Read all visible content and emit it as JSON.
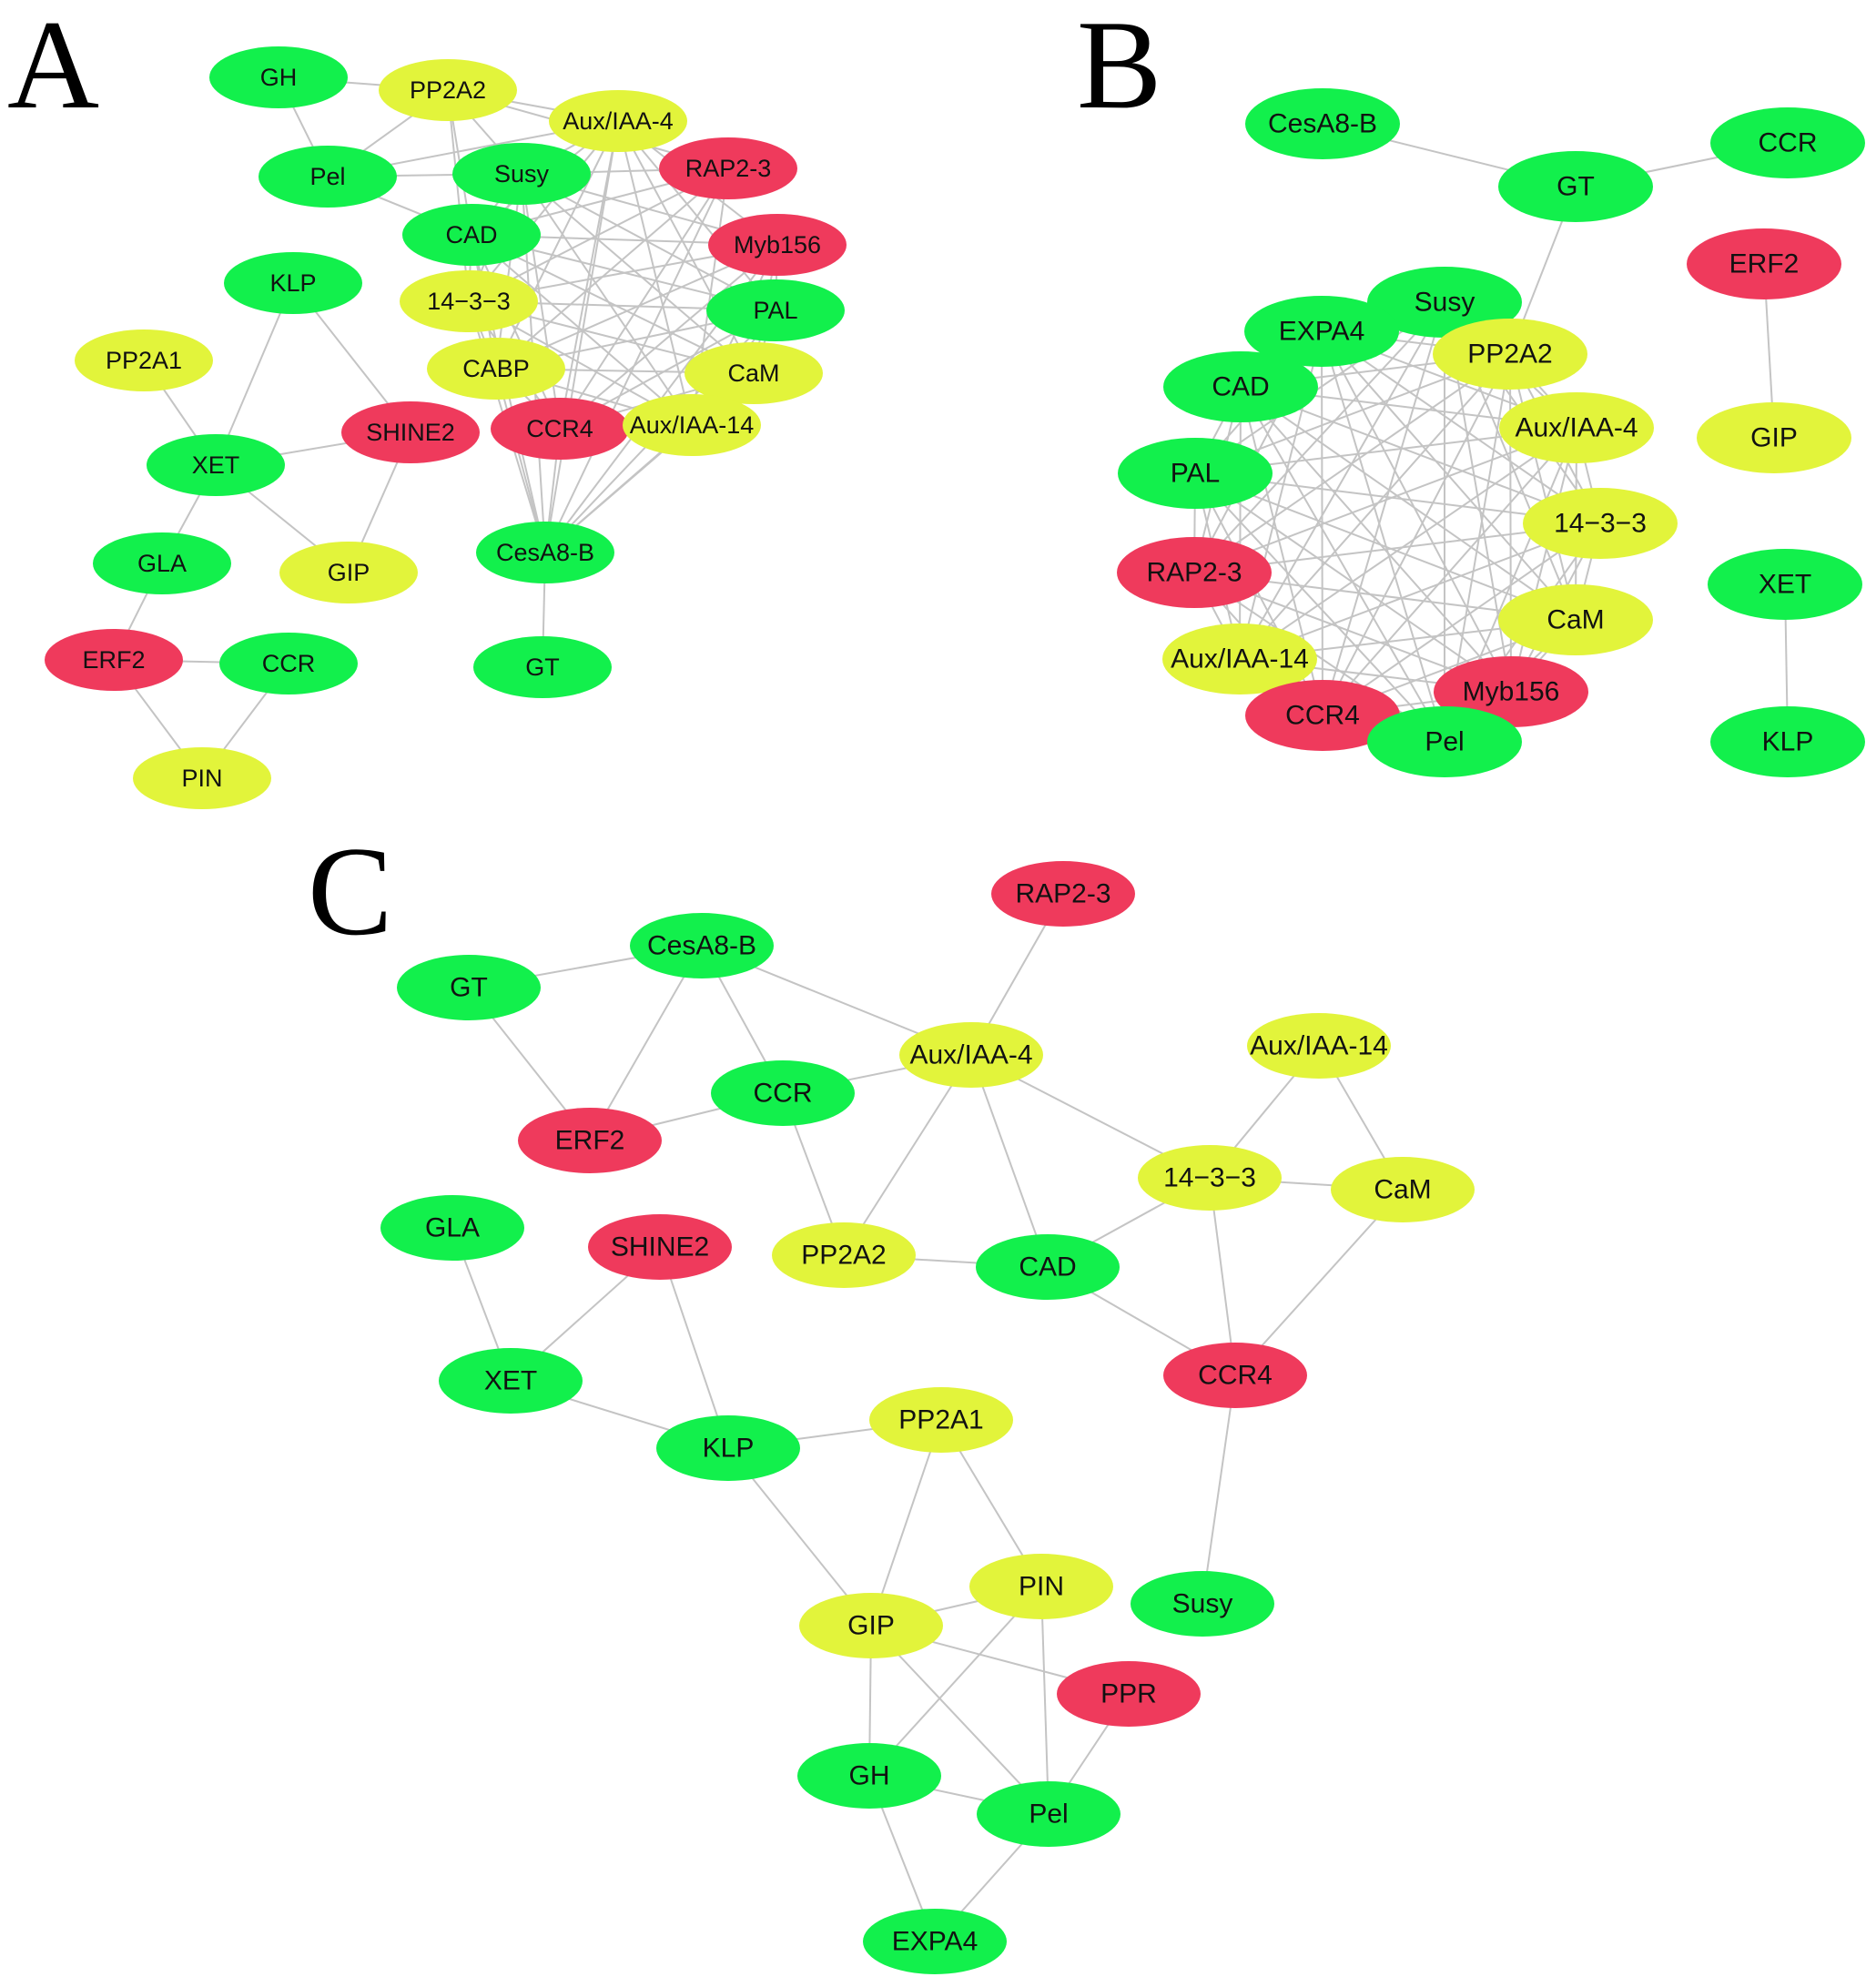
{
  "colors": {
    "green": "#12f04c",
    "yellow": "#e2f43b",
    "red": "#ef3a5c",
    "edge": "#c4c4c4",
    "text": "#111111"
  },
  "panels": [
    {
      "id": "A",
      "letter": "A",
      "nodes": [
        {
          "id": "GH",
          "label": "GH",
          "color": "green"
        },
        {
          "id": "PP2A2",
          "label": "PP2A2",
          "color": "yellow"
        },
        {
          "id": "AuxIAA4",
          "label": "Aux/IAA-4",
          "color": "yellow"
        },
        {
          "id": "RAP23",
          "label": "RAP2-3",
          "color": "red"
        },
        {
          "id": "Pel",
          "label": "Pel",
          "color": "green"
        },
        {
          "id": "Susy",
          "label": "Susy",
          "color": "green"
        },
        {
          "id": "CAD",
          "label": "CAD",
          "color": "green"
        },
        {
          "id": "Myb156",
          "label": "Myb156",
          "color": "red"
        },
        {
          "id": "KLP",
          "label": "KLP",
          "color": "green"
        },
        {
          "id": "1433",
          "label": "14−3−3",
          "color": "yellow"
        },
        {
          "id": "PAL",
          "label": "PAL",
          "color": "green"
        },
        {
          "id": "PP2A1",
          "label": "PP2A1",
          "color": "yellow"
        },
        {
          "id": "CABP",
          "label": "CABP",
          "color": "yellow"
        },
        {
          "id": "CaM",
          "label": "CaM",
          "color": "yellow"
        },
        {
          "id": "SHINE2",
          "label": "SHINE2",
          "color": "red"
        },
        {
          "id": "CCR4",
          "label": "CCR4",
          "color": "red"
        },
        {
          "id": "AuxIAA14",
          "label": "Aux/IAA-14",
          "color": "yellow"
        },
        {
          "id": "XET",
          "label": "XET",
          "color": "green"
        },
        {
          "id": "GLA",
          "label": "GLA",
          "color": "green"
        },
        {
          "id": "GIP",
          "label": "GIP",
          "color": "yellow"
        },
        {
          "id": "CesA8B",
          "label": "CesA8-B",
          "color": "green"
        },
        {
          "id": "ERF2",
          "label": "ERF2",
          "color": "red"
        },
        {
          "id": "CCR",
          "label": "CCR",
          "color": "green"
        },
        {
          "id": "GT",
          "label": "GT",
          "color": "green"
        },
        {
          "id": "PIN",
          "label": "PIN",
          "color": "yellow"
        }
      ],
      "edges": [
        [
          "GH",
          "PP2A2"
        ],
        [
          "GH",
          "Pel"
        ],
        [
          "PP2A2",
          "Pel"
        ],
        [
          "PP2A2",
          "AuxIAA4"
        ],
        [
          "PP2A2",
          "Susy"
        ],
        [
          "PP2A2",
          "CAD"
        ],
        [
          "PP2A2",
          "RAP23"
        ],
        [
          "PP2A2",
          "1433"
        ],
        [
          "Pel",
          "Susy"
        ],
        [
          "Pel",
          "CAD"
        ],
        [
          "Pel",
          "AuxIAA4"
        ],
        [
          "AuxIAA4",
          "Susy"
        ],
        [
          "AuxIAA4",
          "CAD"
        ],
        [
          "AuxIAA4",
          "1433"
        ],
        [
          "AuxIAA4",
          "CABP"
        ],
        [
          "AuxIAA4",
          "CCR4"
        ],
        [
          "AuxIAA4",
          "CaM"
        ],
        [
          "AuxIAA4",
          "PAL"
        ],
        [
          "AuxIAA4",
          "AuxIAA14"
        ],
        [
          "AuxIAA4",
          "Myb156"
        ],
        [
          "AuxIAA4",
          "CesA8B"
        ],
        [
          "RAP23",
          "Susy"
        ],
        [
          "RAP23",
          "CAD"
        ],
        [
          "RAP23",
          "1433"
        ],
        [
          "RAP23",
          "CABP"
        ],
        [
          "RAP23",
          "CCR4"
        ],
        [
          "RAP23",
          "AuxIAA14"
        ],
        [
          "RAP23",
          "CesA8B"
        ],
        [
          "Susy",
          "CAD"
        ],
        [
          "Susy",
          "1433"
        ],
        [
          "Susy",
          "CABP"
        ],
        [
          "Susy",
          "CCR4"
        ],
        [
          "Susy",
          "CaM"
        ],
        [
          "Susy",
          "PAL"
        ],
        [
          "Susy",
          "Myb156"
        ],
        [
          "Susy",
          "AuxIAA14"
        ],
        [
          "Susy",
          "CesA8B"
        ],
        [
          "CAD",
          "1433"
        ],
        [
          "CAD",
          "CABP"
        ],
        [
          "CAD",
          "CCR4"
        ],
        [
          "CAD",
          "CaM"
        ],
        [
          "CAD",
          "PAL"
        ],
        [
          "CAD",
          "Myb156"
        ],
        [
          "CAD",
          "AuxIAA14"
        ],
        [
          "CAD",
          "CesA8B"
        ],
        [
          "1433",
          "CABP"
        ],
        [
          "1433",
          "CCR4"
        ],
        [
          "1433",
          "CaM"
        ],
        [
          "1433",
          "PAL"
        ],
        [
          "1433",
          "Myb156"
        ],
        [
          "1433",
          "AuxIAA14"
        ],
        [
          "1433",
          "CesA8B"
        ],
        [
          "CABP",
          "CCR4"
        ],
        [
          "CABP",
          "CaM"
        ],
        [
          "CABP",
          "PAL"
        ],
        [
          "CABP",
          "Myb156"
        ],
        [
          "CABP",
          "AuxIAA14"
        ],
        [
          "CABP",
          "CesA8B"
        ],
        [
          "Myb156",
          "PAL"
        ],
        [
          "Myb156",
          "CaM"
        ],
        [
          "Myb156",
          "CCR4"
        ],
        [
          "Myb156",
          "AuxIAA14"
        ],
        [
          "Myb156",
          "CesA8B"
        ],
        [
          "PAL",
          "CaM"
        ],
        [
          "PAL",
          "CCR4"
        ],
        [
          "PAL",
          "AuxIAA14"
        ],
        [
          "PAL",
          "CesA8B"
        ],
        [
          "CaM",
          "CCR4"
        ],
        [
          "CaM",
          "AuxIAA14"
        ],
        [
          "CaM",
          "CesA8B"
        ],
        [
          "CCR4",
          "AuxIAA14"
        ],
        [
          "CCR4",
          "CesA8B"
        ],
        [
          "AuxIAA14",
          "CesA8B"
        ],
        [
          "CesA8B",
          "GT"
        ],
        [
          "KLP",
          "XET"
        ],
        [
          "KLP",
          "SHINE2"
        ],
        [
          "PP2A1",
          "XET"
        ],
        [
          "XET",
          "SHINE2"
        ],
        [
          "XET",
          "GIP"
        ],
        [
          "XET",
          "GLA"
        ],
        [
          "SHINE2",
          "GIP"
        ],
        [
          "GLA",
          "ERF2"
        ],
        [
          "ERF2",
          "CCR"
        ],
        [
          "ERF2",
          "PIN"
        ],
        [
          "CCR",
          "PIN"
        ]
      ]
    },
    {
      "id": "B",
      "letter": "B",
      "nodes": [
        {
          "id": "CesA8B",
          "label": "CesA8-B",
          "color": "green"
        },
        {
          "id": "GT",
          "label": "GT",
          "color": "green"
        },
        {
          "id": "CCR",
          "label": "CCR",
          "color": "green"
        },
        {
          "id": "ERF2",
          "label": "ERF2",
          "color": "red"
        },
        {
          "id": "Susy",
          "label": "Susy",
          "color": "green"
        },
        {
          "id": "EXPA4",
          "label": "EXPA4",
          "color": "green"
        },
        {
          "id": "PP2A2",
          "label": "PP2A2",
          "color": "yellow"
        },
        {
          "id": "CAD",
          "label": "CAD",
          "color": "green"
        },
        {
          "id": "AuxIAA4",
          "label": "Aux/IAA-4",
          "color": "yellow"
        },
        {
          "id": "GIP",
          "label": "GIP",
          "color": "yellow"
        },
        {
          "id": "PAL",
          "label": "PAL",
          "color": "green"
        },
        {
          "id": "1433",
          "label": "14−3−3",
          "color": "yellow"
        },
        {
          "id": "RAP23",
          "label": "RAP2-3",
          "color": "red"
        },
        {
          "id": "XET",
          "label": "XET",
          "color": "green"
        },
        {
          "id": "CaM",
          "label": "CaM",
          "color": "yellow"
        },
        {
          "id": "AuxIAA14",
          "label": "Aux/IAA-14",
          "color": "yellow"
        },
        {
          "id": "Myb156",
          "label": "Myb156",
          "color": "red"
        },
        {
          "id": "CCR4",
          "label": "CCR4",
          "color": "red"
        },
        {
          "id": "Pel",
          "label": "Pel",
          "color": "green"
        },
        {
          "id": "KLP",
          "label": "KLP",
          "color": "green"
        }
      ],
      "edges": [
        [
          "CesA8B",
          "GT"
        ],
        [
          "GT",
          "CCR"
        ],
        [
          "GT",
          "PP2A2"
        ],
        [
          "ERF2",
          "GIP"
        ],
        [
          "XET",
          "KLP"
        ],
        [
          "Susy",
          "EXPA4"
        ],
        [
          "Susy",
          "PP2A2"
        ],
        [
          "Susy",
          "CAD"
        ],
        [
          "Susy",
          "AuxIAA4"
        ],
        [
          "Susy",
          "PAL"
        ],
        [
          "Susy",
          "1433"
        ],
        [
          "Susy",
          "RAP23"
        ],
        [
          "Susy",
          "CaM"
        ],
        [
          "Susy",
          "AuxIAA14"
        ],
        [
          "Susy",
          "Myb156"
        ],
        [
          "Susy",
          "CCR4"
        ],
        [
          "Susy",
          "Pel"
        ],
        [
          "EXPA4",
          "PP2A2"
        ],
        [
          "EXPA4",
          "CAD"
        ],
        [
          "EXPA4",
          "AuxIAA4"
        ],
        [
          "EXPA4",
          "PAL"
        ],
        [
          "EXPA4",
          "1433"
        ],
        [
          "EXPA4",
          "RAP23"
        ],
        [
          "EXPA4",
          "CaM"
        ],
        [
          "EXPA4",
          "AuxIAA14"
        ],
        [
          "EXPA4",
          "Myb156"
        ],
        [
          "EXPA4",
          "CCR4"
        ],
        [
          "EXPA4",
          "Pel"
        ],
        [
          "PP2A2",
          "CAD"
        ],
        [
          "PP2A2",
          "AuxIAA4"
        ],
        [
          "PP2A2",
          "PAL"
        ],
        [
          "PP2A2",
          "1433"
        ],
        [
          "PP2A2",
          "RAP23"
        ],
        [
          "PP2A2",
          "CaM"
        ],
        [
          "PP2A2",
          "AuxIAA14"
        ],
        [
          "PP2A2",
          "Myb156"
        ],
        [
          "PP2A2",
          "CCR4"
        ],
        [
          "PP2A2",
          "Pel"
        ],
        [
          "CAD",
          "AuxIAA4"
        ],
        [
          "CAD",
          "PAL"
        ],
        [
          "CAD",
          "1433"
        ],
        [
          "CAD",
          "RAP23"
        ],
        [
          "CAD",
          "CaM"
        ],
        [
          "CAD",
          "AuxIAA14"
        ],
        [
          "CAD",
          "Myb156"
        ],
        [
          "CAD",
          "CCR4"
        ],
        [
          "CAD",
          "Pel"
        ],
        [
          "AuxIAA4",
          "PAL"
        ],
        [
          "AuxIAA4",
          "1433"
        ],
        [
          "AuxIAA4",
          "RAP23"
        ],
        [
          "AuxIAA4",
          "CaM"
        ],
        [
          "AuxIAA4",
          "AuxIAA14"
        ],
        [
          "AuxIAA4",
          "Myb156"
        ],
        [
          "AuxIAA4",
          "CCR4"
        ],
        [
          "AuxIAA4",
          "Pel"
        ],
        [
          "PAL",
          "1433"
        ],
        [
          "PAL",
          "RAP23"
        ],
        [
          "PAL",
          "CaM"
        ],
        [
          "PAL",
          "AuxIAA14"
        ],
        [
          "PAL",
          "Myb156"
        ],
        [
          "PAL",
          "CCR4"
        ],
        [
          "PAL",
          "Pel"
        ],
        [
          "1433",
          "RAP23"
        ],
        [
          "1433",
          "CaM"
        ],
        [
          "1433",
          "AuxIAA14"
        ],
        [
          "1433",
          "Myb156"
        ],
        [
          "1433",
          "CCR4"
        ],
        [
          "1433",
          "Pel"
        ],
        [
          "RAP23",
          "CaM"
        ],
        [
          "RAP23",
          "AuxIAA14"
        ],
        [
          "RAP23",
          "Myb156"
        ],
        [
          "RAP23",
          "CCR4"
        ],
        [
          "RAP23",
          "Pel"
        ],
        [
          "CaM",
          "AuxIAA14"
        ],
        [
          "CaM",
          "Myb156"
        ],
        [
          "CaM",
          "CCR4"
        ],
        [
          "CaM",
          "Pel"
        ],
        [
          "AuxIAA14",
          "Myb156"
        ],
        [
          "AuxIAA14",
          "CCR4"
        ],
        [
          "AuxIAA14",
          "Pel"
        ],
        [
          "Myb156",
          "CCR4"
        ],
        [
          "Myb156",
          "Pel"
        ],
        [
          "CCR4",
          "Pel"
        ]
      ]
    },
    {
      "id": "C",
      "letter": "C",
      "nodes": [
        {
          "id": "RAP23",
          "label": "RAP2-3",
          "color": "red"
        },
        {
          "id": "CesA8B",
          "label": "CesA8-B",
          "color": "green"
        },
        {
          "id": "GT",
          "label": "GT",
          "color": "green"
        },
        {
          "id": "AuxIAA4",
          "label": "Aux/IAA-4",
          "color": "yellow"
        },
        {
          "id": "AuxIAA14",
          "label": "Aux/IAA-14",
          "color": "yellow"
        },
        {
          "id": "CCR",
          "label": "CCR",
          "color": "green"
        },
        {
          "id": "ERF2",
          "label": "ERF2",
          "color": "red"
        },
        {
          "id": "1433",
          "label": "14−3−3",
          "color": "yellow"
        },
        {
          "id": "CaM",
          "label": "CaM",
          "color": "yellow"
        },
        {
          "id": "GLA",
          "label": "GLA",
          "color": "green"
        },
        {
          "id": "SHINE2",
          "label": "SHINE2",
          "color": "red"
        },
        {
          "id": "PP2A2",
          "label": "PP2A2",
          "color": "yellow"
        },
        {
          "id": "CAD",
          "label": "CAD",
          "color": "green"
        },
        {
          "id": "XET",
          "label": "XET",
          "color": "green"
        },
        {
          "id": "CCR4",
          "label": "CCR4",
          "color": "red"
        },
        {
          "id": "PP2A1",
          "label": "PP2A1",
          "color": "yellow"
        },
        {
          "id": "KLP",
          "label": "KLP",
          "color": "green"
        },
        {
          "id": "PIN",
          "label": "PIN",
          "color": "yellow"
        },
        {
          "id": "Susy",
          "label": "Susy",
          "color": "green"
        },
        {
          "id": "GIP",
          "label": "GIP",
          "color": "yellow"
        },
        {
          "id": "PPR",
          "label": "PPR",
          "color": "red"
        },
        {
          "id": "GH",
          "label": "GH",
          "color": "green"
        },
        {
          "id": "Pel",
          "label": "Pel",
          "color": "green"
        },
        {
          "id": "EXPA4",
          "label": "EXPA4",
          "color": "green"
        }
      ],
      "edges": [
        [
          "GT",
          "CesA8B"
        ],
        [
          "GT",
          "ERF2"
        ],
        [
          "CesA8B",
          "ERF2"
        ],
        [
          "CesA8B",
          "CCR"
        ],
        [
          "CesA8B",
          "AuxIAA4"
        ],
        [
          "ERF2",
          "CCR"
        ],
        [
          "CCR",
          "AuxIAA4"
        ],
        [
          "CCR",
          "PP2A2"
        ],
        [
          "RAP23",
          "AuxIAA4"
        ],
        [
          "AuxIAA4",
          "PP2A2"
        ],
        [
          "AuxIAA4",
          "CAD"
        ],
        [
          "AuxIAA4",
          "1433"
        ],
        [
          "AuxIAA14",
          "1433"
        ],
        [
          "AuxIAA14",
          "CaM"
        ],
        [
          "1433",
          "CaM"
        ],
        [
          "1433",
          "CAD"
        ],
        [
          "1433",
          "CCR4"
        ],
        [
          "CaM",
          "CCR4"
        ],
        [
          "PP2A2",
          "CAD"
        ],
        [
          "CAD",
          "CCR4"
        ],
        [
          "CCR4",
          "Susy"
        ],
        [
          "GLA",
          "XET"
        ],
        [
          "SHINE2",
          "XET"
        ],
        [
          "SHINE2",
          "KLP"
        ],
        [
          "XET",
          "KLP"
        ],
        [
          "KLP",
          "PP2A1"
        ],
        [
          "KLP",
          "GIP"
        ],
        [
          "PP2A1",
          "GIP"
        ],
        [
          "PP2A1",
          "PIN"
        ],
        [
          "PIN",
          "GIP"
        ],
        [
          "PIN",
          "GH"
        ],
        [
          "PIN",
          "Pel"
        ],
        [
          "GIP",
          "PPR"
        ],
        [
          "GIP",
          "GH"
        ],
        [
          "GIP",
          "Pel"
        ],
        [
          "PPR",
          "Pel"
        ],
        [
          "GH",
          "Pel"
        ],
        [
          "GH",
          "EXPA4"
        ],
        [
          "Pel",
          "EXPA4"
        ]
      ]
    }
  ]
}
